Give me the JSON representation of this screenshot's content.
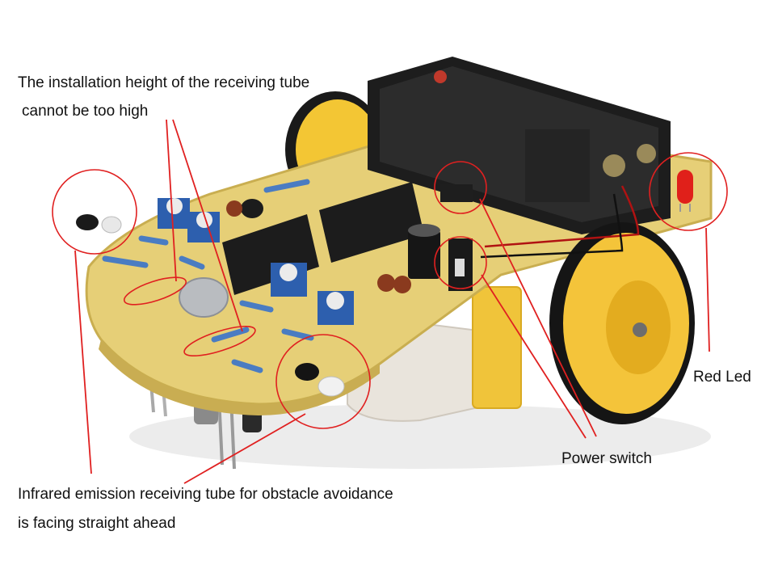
{
  "annotations": {
    "receiving_height": {
      "line1": "The installation height of the receiving tube",
      "line2": "cannot be too high"
    },
    "infrared": {
      "line1": "Infrared emission receiving tube for obstacle avoidance",
      "line2": "is facing straight ahead"
    },
    "power_switch": "Power switch",
    "red_led": "Red Led"
  },
  "colors": {
    "background": "#ffffff",
    "callout": "#e02020",
    "pcb": "#e9d27a",
    "wheel": "#f2c12e",
    "battery_box": "#1a1a1a"
  }
}
